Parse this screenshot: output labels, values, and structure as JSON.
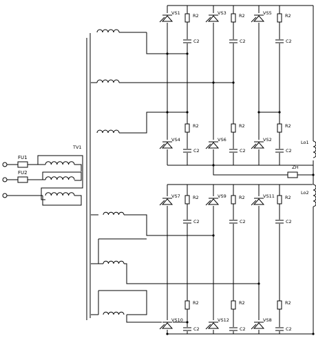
{
  "labels": {
    "transformer": "TV1",
    "fuse1": "FU1",
    "fuse2": "FU2",
    "inductor1": "Lo1",
    "inductor2": "Lo2",
    "load": "Zн",
    "upper_thyristors": [
      "VS1",
      "VS3",
      "VS5",
      "VS4",
      "VS6",
      "VS2"
    ],
    "lower_thyristors": [
      "VS7",
      "VS9",
      "VS11",
      "VS10",
      "VS12",
      "VS8"
    ],
    "resistor": "R2",
    "capacitor": "C2"
  },
  "icons": {
    "thyristor": "thyristor-symbol",
    "resistor": "resistor-symbol",
    "capacitor": "capacitor-symbol",
    "inductor": "inductor-coil-symbol",
    "fuse": "fuse-symbol",
    "terminal": "terminal-circle"
  },
  "colors": {
    "line": "#000000",
    "background": "#ffffff"
  }
}
